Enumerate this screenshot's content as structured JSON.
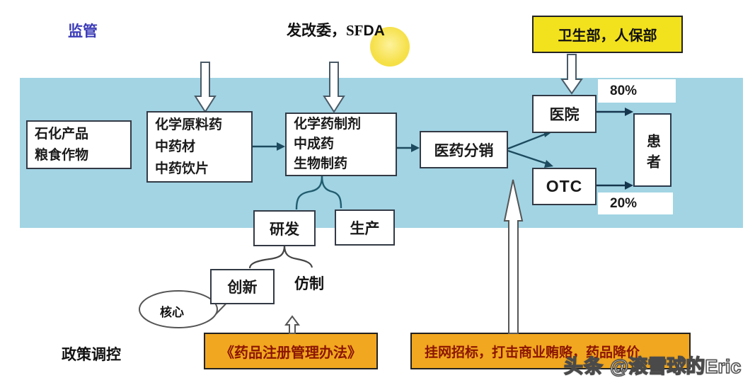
{
  "regulators": {
    "supervision": "监管",
    "ndrc_prefix": "发改委，SF",
    "ndrc_highlight": "DA",
    "moh": "卫生部，人保部",
    "policy_control": "政策调控"
  },
  "chain": {
    "upstream": [
      "石化产品",
      "粮食作物"
    ],
    "raw_materials": [
      "化学原料药",
      "中药材",
      "中药饮片"
    ],
    "preparations": [
      "化学药制剂",
      "中成药",
      "生物制药"
    ],
    "distribution": "医药分销",
    "hospital": "医院",
    "otc": "OTC",
    "patient": "患者",
    "hospital_share": "80%",
    "otc_share": "20%"
  },
  "rd": {
    "research": "研发",
    "production": "生产",
    "innovation": "创新",
    "generic": "仿制",
    "core": "核心"
  },
  "policies": {
    "registration": "《药品注册管理办法》",
    "tendering": "挂网招标，打击商业贿赂，药品降价"
  },
  "watermark": {
    "brand": "头条",
    "handle": "@滚雪球的Eric"
  },
  "colors": {
    "band_blue": "#a2d4e4",
    "yellow_box": "#f2e11d",
    "orange_box": "#f1a71f",
    "policy_text_red": "#8b1500",
    "supervision_blue": "#3b3bb8",
    "arrow_dark": "#1d4a5e",
    "highlight_yellow": "#f6e14b"
  }
}
